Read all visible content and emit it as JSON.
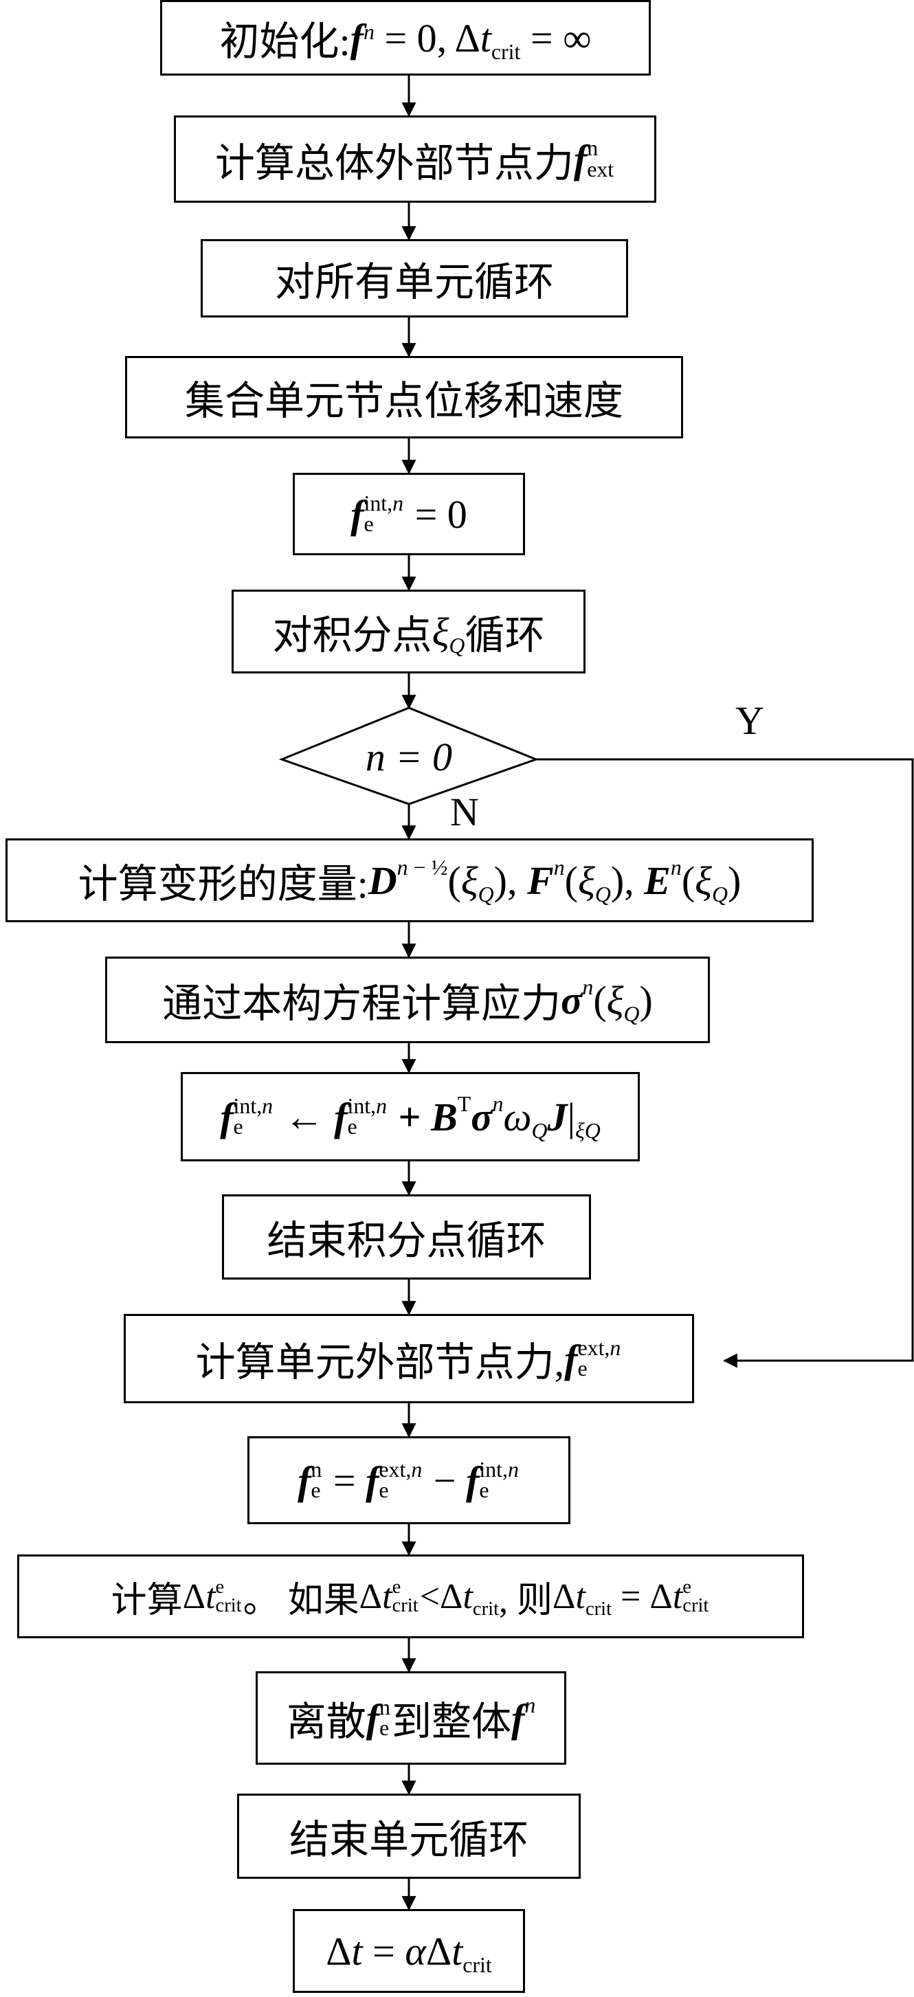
{
  "steps": {
    "init_text": "初始化: ",
    "ext_force_text": "计算总体外部节点力",
    "elem_loop_text": "对所有单元循环",
    "gather_text": "集合单元节点位移和速度",
    "quad_loop_text": "对积分点",
    "quad_loop_suffix": "循环",
    "deform_text": "计算变形的度量: ",
    "stress_text": "通过本构方程计算应力",
    "end_quad_text": "结束积分点循环",
    "elem_ext_text": "计算单元外部节点力,",
    "dt_calc_text": "计算",
    "dt_if_text": "。 如果",
    "dt_then_text": ", 则",
    "scatter_text": "离散",
    "scatter_mid_text": "到整体",
    "end_elem_text": "结束单元循环"
  },
  "decision": {
    "label": "n = 0",
    "yes_label": "Y",
    "no_label": "N"
  },
  "colors": {
    "stroke": "#000000",
    "fill": "#ffffff"
  }
}
